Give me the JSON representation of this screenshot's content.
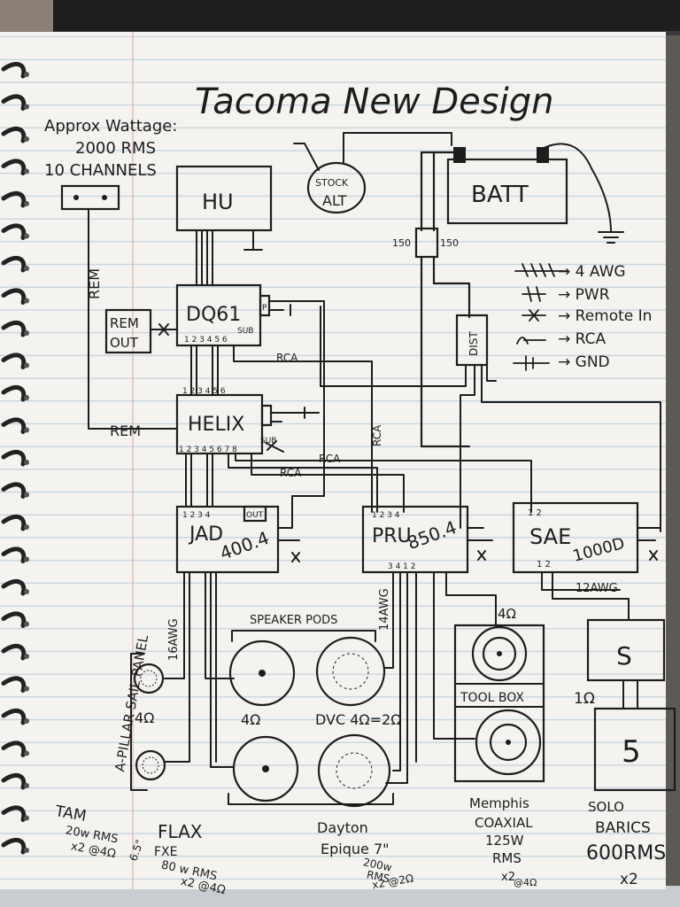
{
  "title": "Tacoma New Design",
  "notes": {
    "wattage_line1": "Approx Wattage:",
    "wattage_line2": "2000 RMS",
    "channels": "10 CHANNELS"
  },
  "components": {
    "hu": "HU",
    "stock_alt_1": "STOCK",
    "stock_alt_2": "ALT",
    "batt": "BATT",
    "dq61": "DQ61",
    "rem_out_1": "REM",
    "rem_out_2": "OUT",
    "helix": "HELIX",
    "jad_1": "JAD",
    "jad_2": "400.4",
    "out": "OUT",
    "pru_1": "PRU",
    "pru_2": "850.4",
    "sae_1": "SAE",
    "sae_2": "1000D",
    "dist": "DIST",
    "tool_box": "TOOL BOX",
    "sub1": "S",
    "sub2": "5",
    "fuse_left": "150",
    "fuse_right": "150"
  },
  "channel_labels": {
    "dq_ch": "1 2 3 4 5 6",
    "dq_sub": "SUB",
    "dq_p": "P",
    "helix_top": "1 2   3 4   5 6",
    "helix_bottom": "1 2  3 4  5 6  7 8",
    "helix_sub": "SUB",
    "jad_ch": "1 2  3 4",
    "pru_top": "1 2  3 4",
    "pru_bottom": "3  4 1   2",
    "sae_top": "1 2",
    "sae_bottom": "1 2"
  },
  "wire_labels": {
    "rem_vertical": "REM",
    "rem_horizontal": "REM",
    "rca_1": "RCA",
    "rca_2": "RCA",
    "rca_3": "RCA",
    "rca_vertical": "RCA",
    "awg16": "16AWG",
    "awg14": "14AWG",
    "awg12": "12AWG",
    "speaker_pods": "SPEAKER PODS",
    "a_pillar": "A-PILLAR SAIL PANEL"
  },
  "impedance_labels": {
    "tam": "4Ω",
    "pod": "4Ω",
    "dvc": "DVC 4Ω=2Ω",
    "memphis": "4Ω",
    "sub": "1Ω"
  },
  "legend": {
    "items": [
      {
        "symbol": "////",
        "text": "→ 4 AWG"
      },
      {
        "symbol": "#",
        "text": "→ PWR"
      },
      {
        "symbol": "✕",
        "text": "→ Remote In"
      },
      {
        "symbol": "RCA plug",
        "text": "→ RCA"
      },
      {
        "symbol": "GND",
        "text": "→ GND"
      }
    ]
  },
  "speaker_notes": {
    "tam_1": "TAM",
    "tam_2": "20w RMS",
    "tam_3": "x2 @4Ω",
    "flax_1": "FLAX",
    "flax_2": "FXE",
    "flax_3": "80 w RMS",
    "flax_4": "x2 @4Ω",
    "flax_size": "6.5\"",
    "dayton_1": "Dayton",
    "dayton_2": "Epique 7\"",
    "dayton_3": "200w",
    "dayton_4": "RMS",
    "dayton_5": "x2 @2Ω",
    "memphis_1": "Memphis",
    "memphis_2": "COAXIAL",
    "memphis_3": "125W",
    "memphis_4": "RMS",
    "memphis_5": "x2",
    "memphis_6": "@4Ω",
    "solo_1": "SOLO",
    "solo_2": "BARICS",
    "solo_3": "600RMS",
    "solo_4": "x2"
  }
}
